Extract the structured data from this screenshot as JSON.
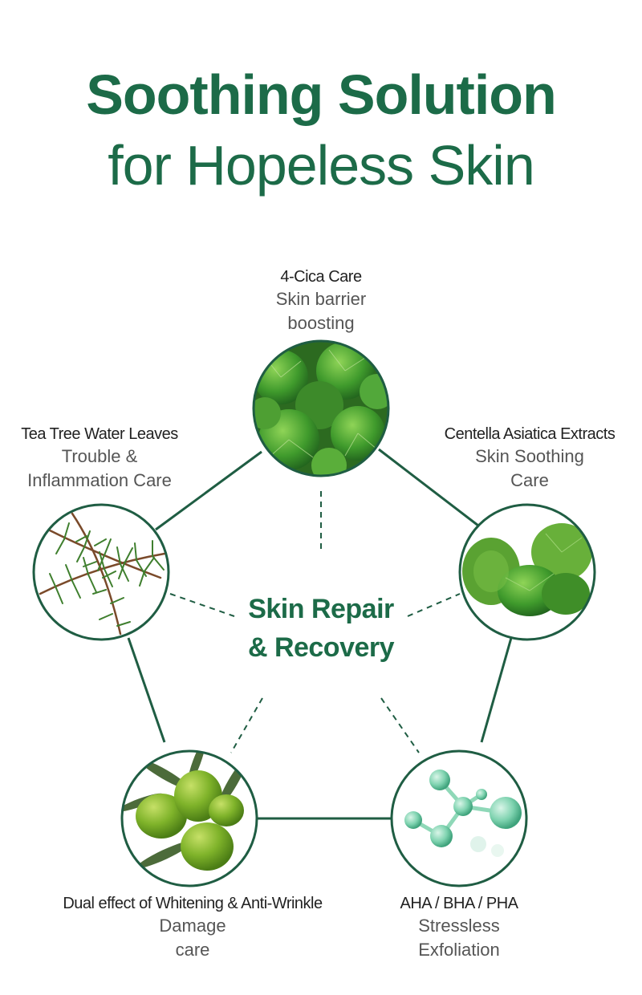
{
  "title": {
    "line1": "Soothing Solution",
    "line2": "for Hopeless Skin"
  },
  "center": {
    "line1": "Skin Repair",
    "line2": "& Recovery"
  },
  "nodes": [
    {
      "name": "4-Cica Care",
      "desc1": "Skin barrier",
      "desc2": "boosting",
      "image": "cica-leaves"
    },
    {
      "name": "Centella Asiatica Extracts",
      "desc1": "Skin Soothing",
      "desc2": "Care",
      "image": "centella-leaves"
    },
    {
      "name": "AHA / BHA / PHA",
      "desc1": "Stressless",
      "desc2": "Exfoliation",
      "image": "molecule"
    },
    {
      "name": "Dual effect of Whitening & Anti-Wrinkle",
      "desc1": "Damage",
      "desc2": "care",
      "image": "olives"
    },
    {
      "name": "Tea Tree Water Leaves",
      "desc1": "Trouble &",
      "desc2": "Inflammation Care",
      "image": "tea-tree"
    }
  ],
  "colors": {
    "brand_green": "#1c6b48",
    "ring": "#1f5d43",
    "leaf_dark": "#2f7a2a",
    "leaf_light": "#6fbf3c",
    "olive": "#7fb32a",
    "molecule": "#7fd3b0"
  }
}
